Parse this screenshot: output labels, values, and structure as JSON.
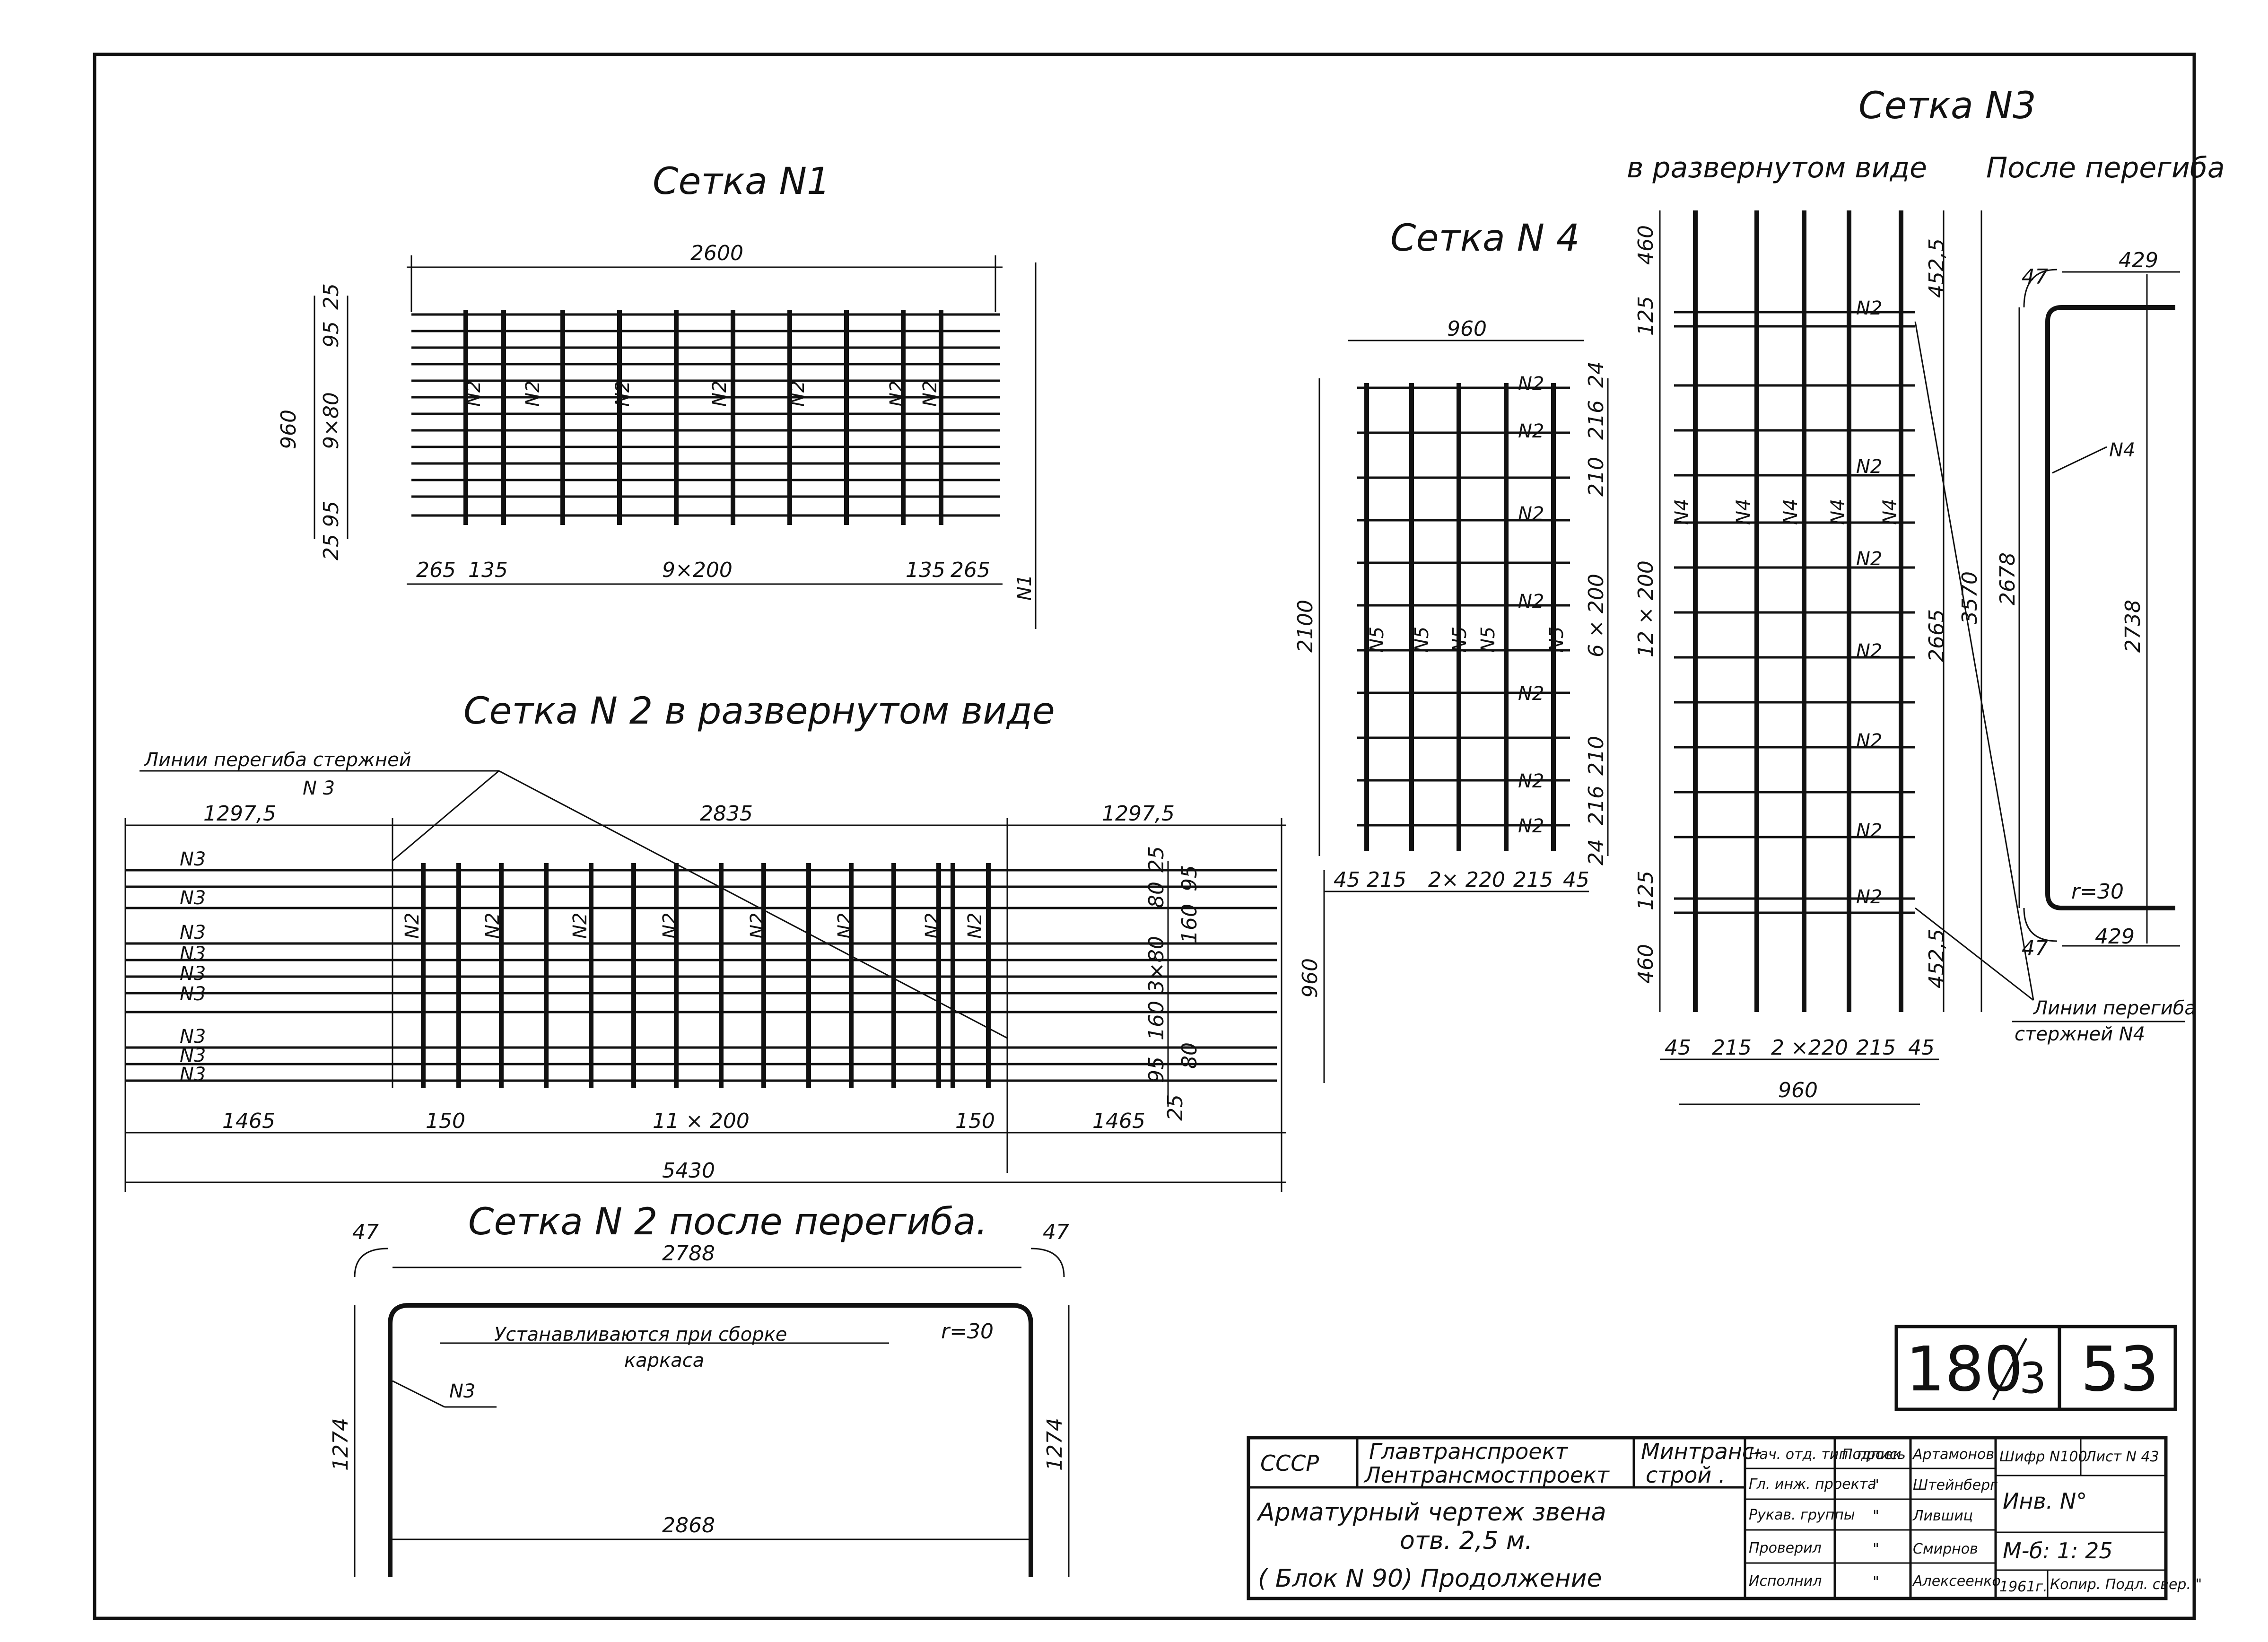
{
  "titles": {
    "s1": "Сетка N1",
    "s2": "Сетка N 2  в развернутом виде",
    "s2b": "Сетка N 2   после перегиба.",
    "s3": "Сетка N3",
    "s3a": "в развернутом виде",
    "s3b": "После перегиба",
    "s4": "Сетка N 4"
  },
  "s1": {
    "top": "2600",
    "left": "960",
    "a": "25",
    "b": "95",
    "mid": "9×80",
    "c": "95",
    "d": "25",
    "b1": "265",
    "b2": "135",
    "b3": "9×200",
    "b4": "135",
    "b5": "265",
    "n1": "N1",
    "n2": "N2"
  },
  "s2": {
    "note": "Линии перегиба стержней",
    "note2": "N 3",
    "t1": "1297,5",
    "t2": "2835",
    "t3": "1297,5",
    "n3": "N3",
    "n2": "N2",
    "b1": "1465",
    "b2": "150",
    "b3": "11 × 200",
    "b4": "150",
    "b5": "1465",
    "total": "5430",
    "right": "960",
    "r1": "25",
    "r2": "95",
    "r3": "80",
    "r4": "160",
    "r5": "3×80",
    "r6": "160",
    "r7": "80",
    "r8": "95",
    "r9": "25"
  },
  "s2b": {
    "top": "2788",
    "bot": "2868",
    "h": "1274",
    "r": "47",
    "note": "Устанавливаются при сборке",
    "note2": "каркаса",
    "rr": "r=30",
    "n3": "N3"
  },
  "s4": {
    "top": "960",
    "left": "2100",
    "n2": "N2",
    "n5": "N5",
    "r1": "24",
    "r2": "216",
    "r3": "210",
    "r4": "6 × 200",
    "r5": "210",
    "r6": "216",
    "r7": "24",
    "b1": "45",
    "b2": "215",
    "b3": "2× 220",
    "b4": "215",
    "b5": "45"
  },
  "s3": {
    "l1": "460",
    "l2": "125",
    "l3": "12 × 200",
    "l4": "125",
    "l5": "460",
    "r1": "452,5",
    "r2": "2665",
    "r3": "3570",
    "r4": "452,5",
    "b1": "45",
    "b2": "215",
    "b3": "2 ×220",
    "b4": "215",
    "b5": "45",
    "bot": "960",
    "n2": "N2",
    "n4": "N4",
    "a": "429",
    "b": "429",
    "h1": "2678",
    "h2": "2738",
    "r": "47",
    "rr": "r=30",
    "note": "Линии перегиба",
    "note2": "стержней N4"
  },
  "stamp": {
    "num": "180",
    "sub": "3",
    "sheet": "53"
  },
  "tb": {
    "sssr": "СССР",
    "org1": "Главтранспроект",
    "org2": "Лентрансмостпроект",
    "min1": "Минтранс-",
    "min2": "строй .",
    "t1": "Арматурный  чертеж  звена",
    "t2": "отв. 2,5 м.",
    "t3": "( Блок N 90)  Продолжение",
    "r1": "Нач. отд. тип. проек",
    "r2": "Гл. инж. проекта",
    "r3": "Рукав. группы",
    "r4": "Проверил",
    "r5": "Исполнил",
    "sig": "Подпись",
    "q": "\"",
    "p1": "Артамонов",
    "p2": "Штейнберг",
    "p3": "Лившиц",
    "p4": "Смирнов",
    "p5": "Алексеенко",
    "shifr": "Шифр N100",
    "list": "Лист N 43",
    "inv": "Инв. N°",
    "scale": "М-б:  1: 25",
    "year": "1961г.",
    "kop": "Копир. Подл. свер. \""
  }
}
